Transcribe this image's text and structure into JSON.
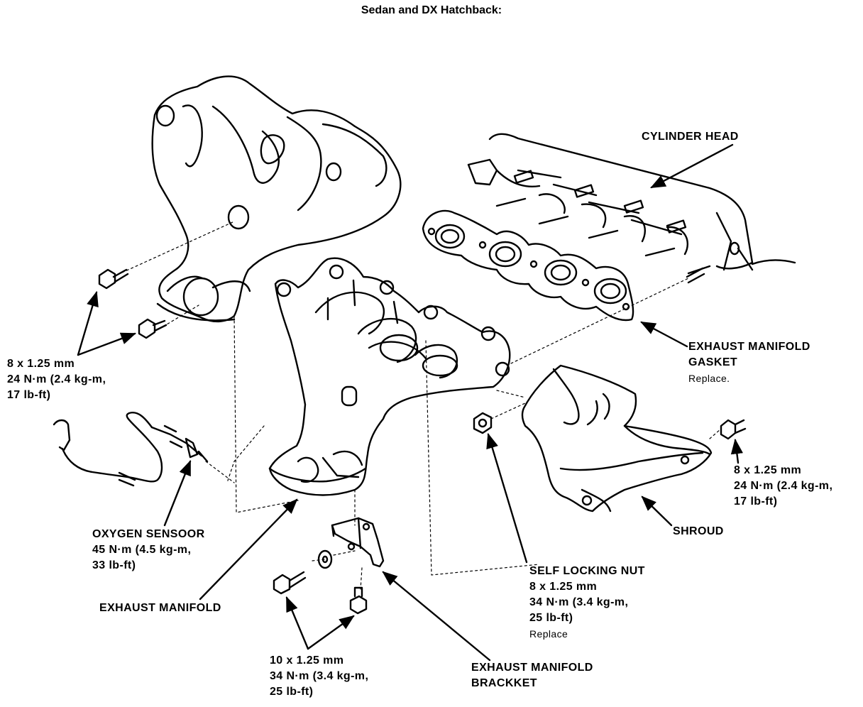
{
  "title": "Sedan and DX Hatchback:",
  "labels": {
    "cylinder_head": "CYLINDER HEAD",
    "gasket": {
      "name_1": "EXHAUST MANIFOLD",
      "name_2": "GASKET",
      "note": "Replace."
    },
    "upper_bolts": {
      "size": "8 x 1.25 mm",
      "torque_1": "24 N·m (2.4 kg-m,",
      "torque_2": "17 lb-ft)"
    },
    "right_bolt": {
      "size": "8 x 1.25 mm",
      "torque_1": "24 N·m (2.4 kg-m,",
      "torque_2": "17 lb-ft)"
    },
    "shroud": "SHROUD",
    "oxygen_sensor": {
      "name": "OXYGEN SENSOOR",
      "torque_1": "45 N·m (4.5 kg-m,",
      "torque_2": "33 lb-ft)"
    },
    "exhaust_manifold": "EXHAUST MANIFOLD",
    "self_locking_nut": {
      "name": "SELF LOCKING NUT",
      "size": "8 x 1.25 mm",
      "torque_1": "34 N·m (3.4 kg-m,",
      "torque_2": "25 lb-ft)",
      "note": "Replace"
    },
    "bracket_bolts": {
      "size": "10 x 1.25 mm",
      "torque_1": "34 N·m (3.4 kg-m,",
      "torque_2": "25 lb-ft)"
    },
    "bracket": {
      "name_1": "EXHAUST MANIFOLD",
      "name_2": "BRACKKET"
    }
  }
}
